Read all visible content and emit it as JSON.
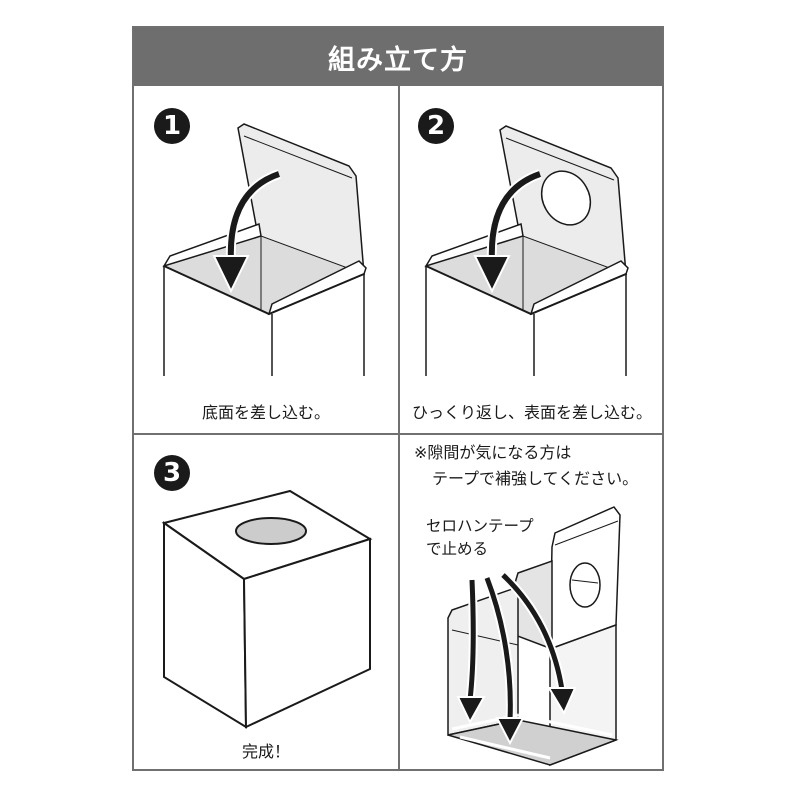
{
  "header": {
    "title": "組み立て方"
  },
  "steps": [
    {
      "number": "1",
      "caption": "底面を差し込む。",
      "illustration": "open-box-insert-bottom"
    },
    {
      "number": "2",
      "caption": "ひっくり返し、表面を差し込む。",
      "illustration": "open-box-insert-top-with-hole"
    },
    {
      "number": "3",
      "caption": "完成！",
      "illustration": "completed-box-with-slot"
    }
  ],
  "tip": {
    "note_line1": "※隙間が気になる方は",
    "note_line2": "テープで補強してください。",
    "tape_label_line1": "セロハンテープ",
    "tape_label_line2": "で止める",
    "illustration": "taped-box-seams"
  },
  "colors": {
    "header_bg": "#6e6e6e",
    "border": "#707070",
    "badge": "#1a1a1a",
    "fill_light": "#e8e8e8",
    "slot_fill": "#cccccc"
  }
}
